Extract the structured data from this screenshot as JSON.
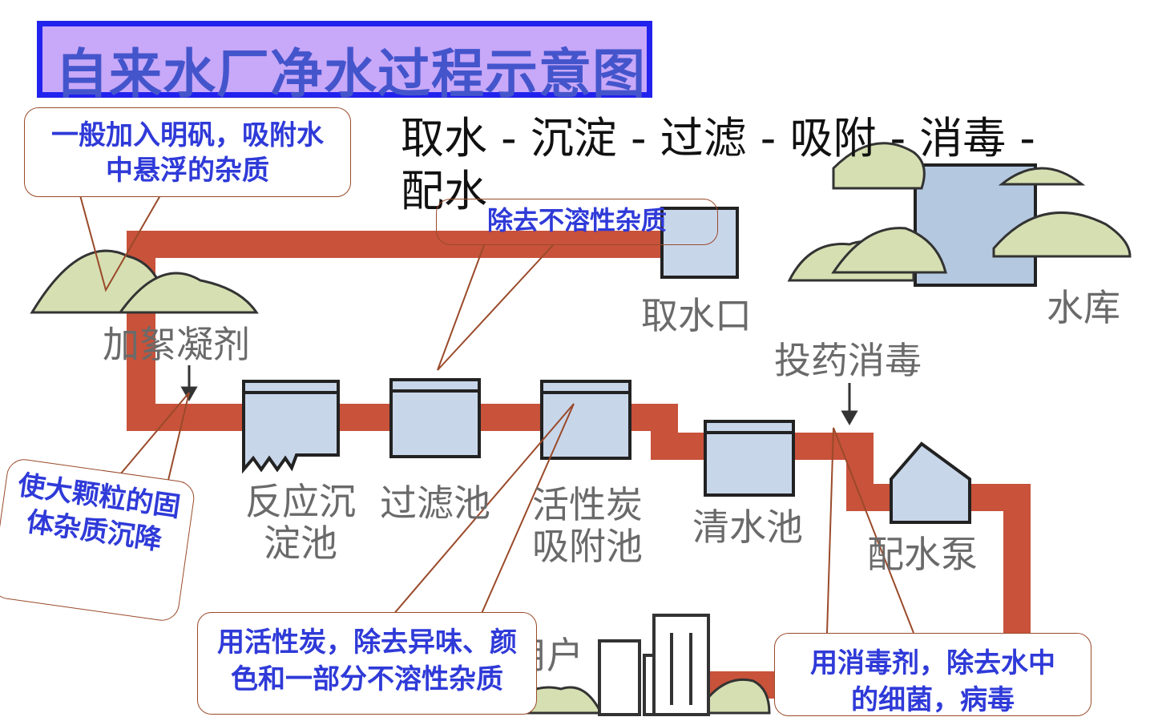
{
  "title": "自来水厂净水过程示意图",
  "process_line": "取水 - 沉淀 - 过滤 - 吸附 - 消毒 - 配水",
  "callouts": {
    "alum": "一般加入明矾，吸附水中悬浮的杂质",
    "insoluble": "除去不溶性杂质",
    "sediment": "使大颗粒的固体杂质沉降",
    "carbon": "用活性炭，除去异味、颜色和一部分不溶性杂质",
    "disinfect": "用消毒剂，除去水中的细菌，病毒"
  },
  "labels": {
    "intake": "取水口",
    "reservoir": "水库",
    "coagulant": "加絮凝剂",
    "dosing": "投药消毒",
    "sedimentation_tank": "反应沉淀池",
    "filter_tank": "过滤池",
    "carbon_tank": "活性炭吸附池",
    "clear_tank": "清水池",
    "pump": "配水泵",
    "user": "用户"
  },
  "colors": {
    "pipe": "#c8523a",
    "tank_fill": "#c8d6ea",
    "hill_fill": "#d6dfb2",
    "callout_text": "#2f3ad8",
    "title_bg": "#c8a8f8",
    "title_border": "#2222ee"
  }
}
